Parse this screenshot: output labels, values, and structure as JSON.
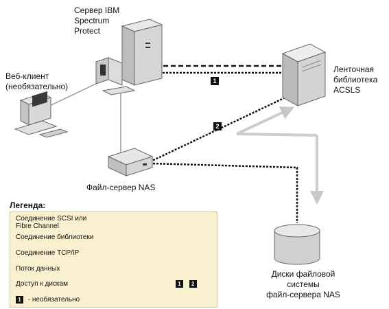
{
  "nodes": {
    "server": [
      "Сервер IBM",
      "Spectrum",
      "Protect"
    ],
    "web_client": [
      "Веб-клиент",
      "(необязательно)"
    ],
    "library": [
      "Ленточная",
      "библиотека",
      "ACSLS"
    ],
    "nas": "Файл-сервер NAS",
    "disks": [
      "Диски файловой",
      "системы",
      "файл-сервера NAS"
    ]
  },
  "badges": {
    "one": "1",
    "two": "2"
  },
  "legend": {
    "title": "Легенда:",
    "scsi": [
      "Соединение SCSI или",
      "Fibre Channel"
    ],
    "library": "Соединение библиотеки",
    "tcpip": "Соединение TCP/IP",
    "dataflow": "Поток данных",
    "disk_access": "Доступ к дискам",
    "optional": "- необязательно"
  }
}
